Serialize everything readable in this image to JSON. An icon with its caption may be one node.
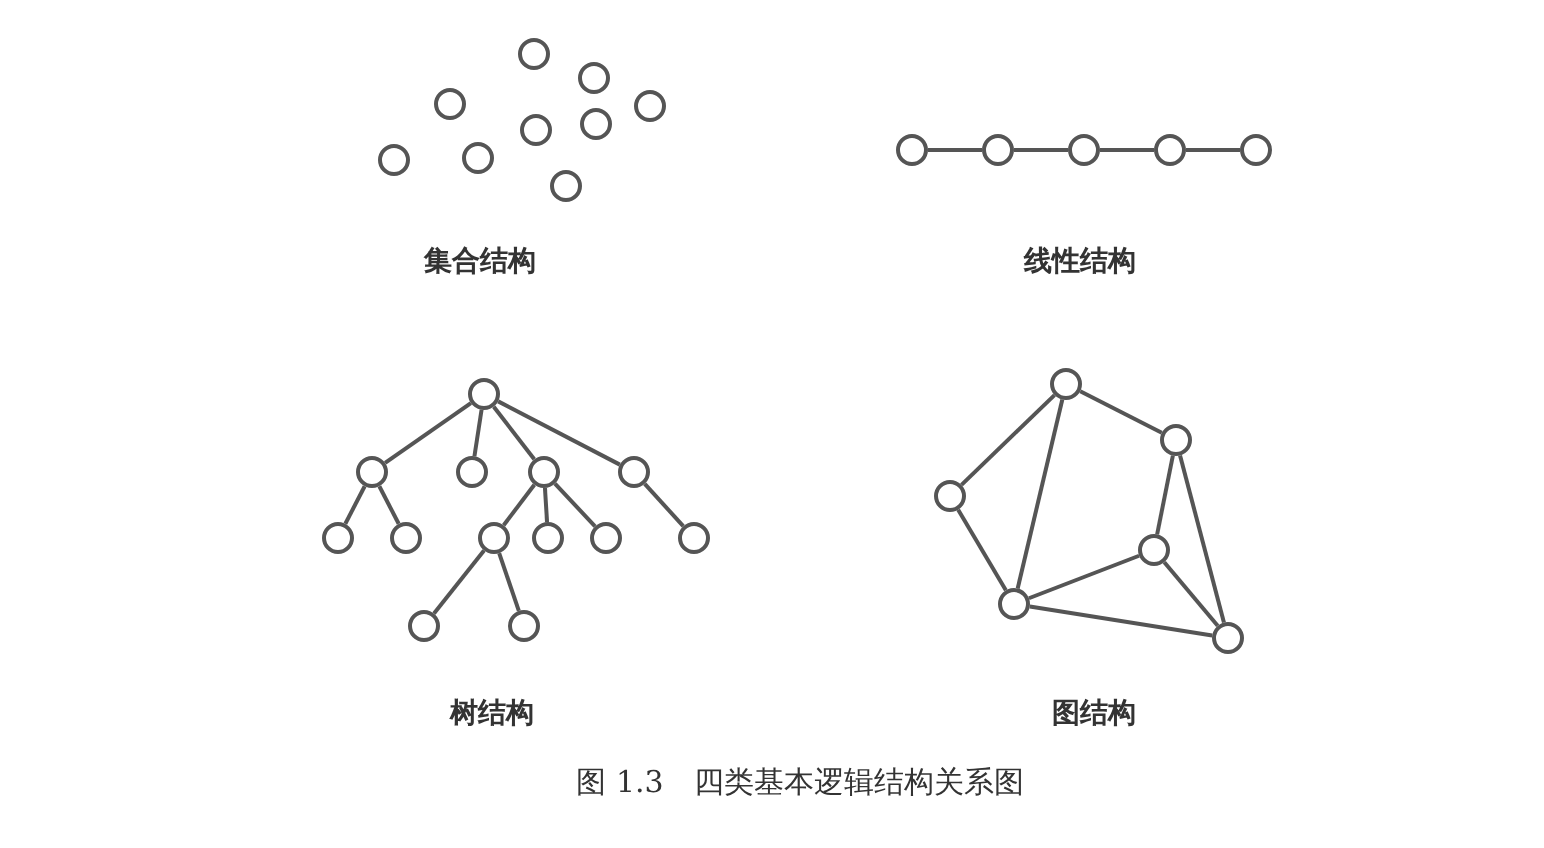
{
  "diagram": {
    "caption": "图 1.3　四类基本逻辑结构关系图",
    "nodes": [
      {
        "text": [],
        "shape": "circle"
      },
      {
        "text": [],
        "shape": "circle"
      },
      {
        "text": [],
        "shape": "circle"
      },
      {
        "text": [],
        "shape": "circle"
      },
      {
        "text": [],
        "shape": "circle"
      },
      {
        "text": [],
        "shape": "circle"
      },
      {
        "text": [],
        "shape": "circle"
      },
      {
        "text": [],
        "shape": "circle"
      },
      {
        "text": [],
        "shape": "circle"
      },
      {
        "text": [],
        "shape": "circle"
      },
      {
        "text": [],
        "shape": "circle"
      },
      {
        "text": [],
        "shape": "circle"
      },
      {
        "text": [],
        "shape": "circle"
      },
      {
        "text": [],
        "shape": "circle"
      },
      {
        "text": [],
        "shape": "circle"
      },
      {
        "text": [],
        "shape": "circle"
      },
      {
        "text": [],
        "shape": "circle"
      },
      {
        "text": [],
        "shape": "circle"
      },
      {
        "text": [],
        "shape": "circle"
      },
      {
        "text": [],
        "shape": "circle"
      },
      {
        "text": [],
        "shape": "circle"
      },
      {
        "text": [],
        "shape": "circle"
      },
      {
        "text": [],
        "shape": "circle"
      },
      {
        "text": [],
        "shape": "circle"
      },
      {
        "text": [],
        "shape": "circle"
      },
      {
        "text": [],
        "shape": "circle"
      },
      {
        "text": [],
        "shape": "circle"
      },
      {
        "text": [],
        "shape": "circle"
      },
      {
        "text": [],
        "shape": "circle"
      },
      {
        "text": [],
        "shape": "circle"
      },
      {
        "text": [],
        "shape": "circle"
      },
      {
        "text": [],
        "shape": "circle"
      },
      {
        "text": [],
        "shape": "circle"
      }
    ],
    "edges": [
      {
        "from": 9,
        "to": 10,
        "arrow": "none"
      },
      {
        "from": 10,
        "to": 11,
        "arrow": "none"
      },
      {
        "from": 11,
        "to": 12,
        "arrow": "none"
      },
      {
        "from": 12,
        "to": 13,
        "arrow": "none"
      },
      {
        "from": 14,
        "to": 15,
        "arrow": "none"
      },
      {
        "from": 14,
        "to": 16,
        "arrow": "none"
      },
      {
        "from": 14,
        "to": 17,
        "arrow": "none"
      },
      {
        "from": 14,
        "to": 18,
        "arrow": "none"
      },
      {
        "from": 15,
        "to": 19,
        "arrow": "none"
      },
      {
        "from": 15,
        "to": 20,
        "arrow": "none"
      },
      {
        "from": 17,
        "to": 21,
        "arrow": "none"
      },
      {
        "from": 17,
        "to": 22,
        "arrow": "none"
      },
      {
        "from": 17,
        "to": 23,
        "arrow": "none"
      },
      {
        "from": 18,
        "to": 24,
        "arrow": "none"
      },
      {
        "from": 21,
        "to": 25,
        "arrow": "none"
      },
      {
        "from": 21,
        "to": 26,
        "arrow": "none"
      },
      {
        "from": 27,
        "to": 28,
        "arrow": "none"
      },
      {
        "from": 27,
        "to": 29,
        "arrow": "none"
      },
      {
        "from": 27,
        "to": 31,
        "arrow": "none"
      },
      {
        "from": 28,
        "to": 30,
        "arrow": "none"
      },
      {
        "from": 28,
        "to": 32,
        "arrow": "none"
      },
      {
        "from": 29,
        "to": 31,
        "arrow": "none"
      },
      {
        "from": 30,
        "to": 31,
        "arrow": "none"
      },
      {
        "from": 30,
        "to": 32,
        "arrow": "none"
      },
      {
        "from": 31,
        "to": 32,
        "arrow": "none"
      }
    ],
    "labels": [
      "集合结构",
      "线性结构",
      "树结构",
      "图结构"
    ]
  }
}
